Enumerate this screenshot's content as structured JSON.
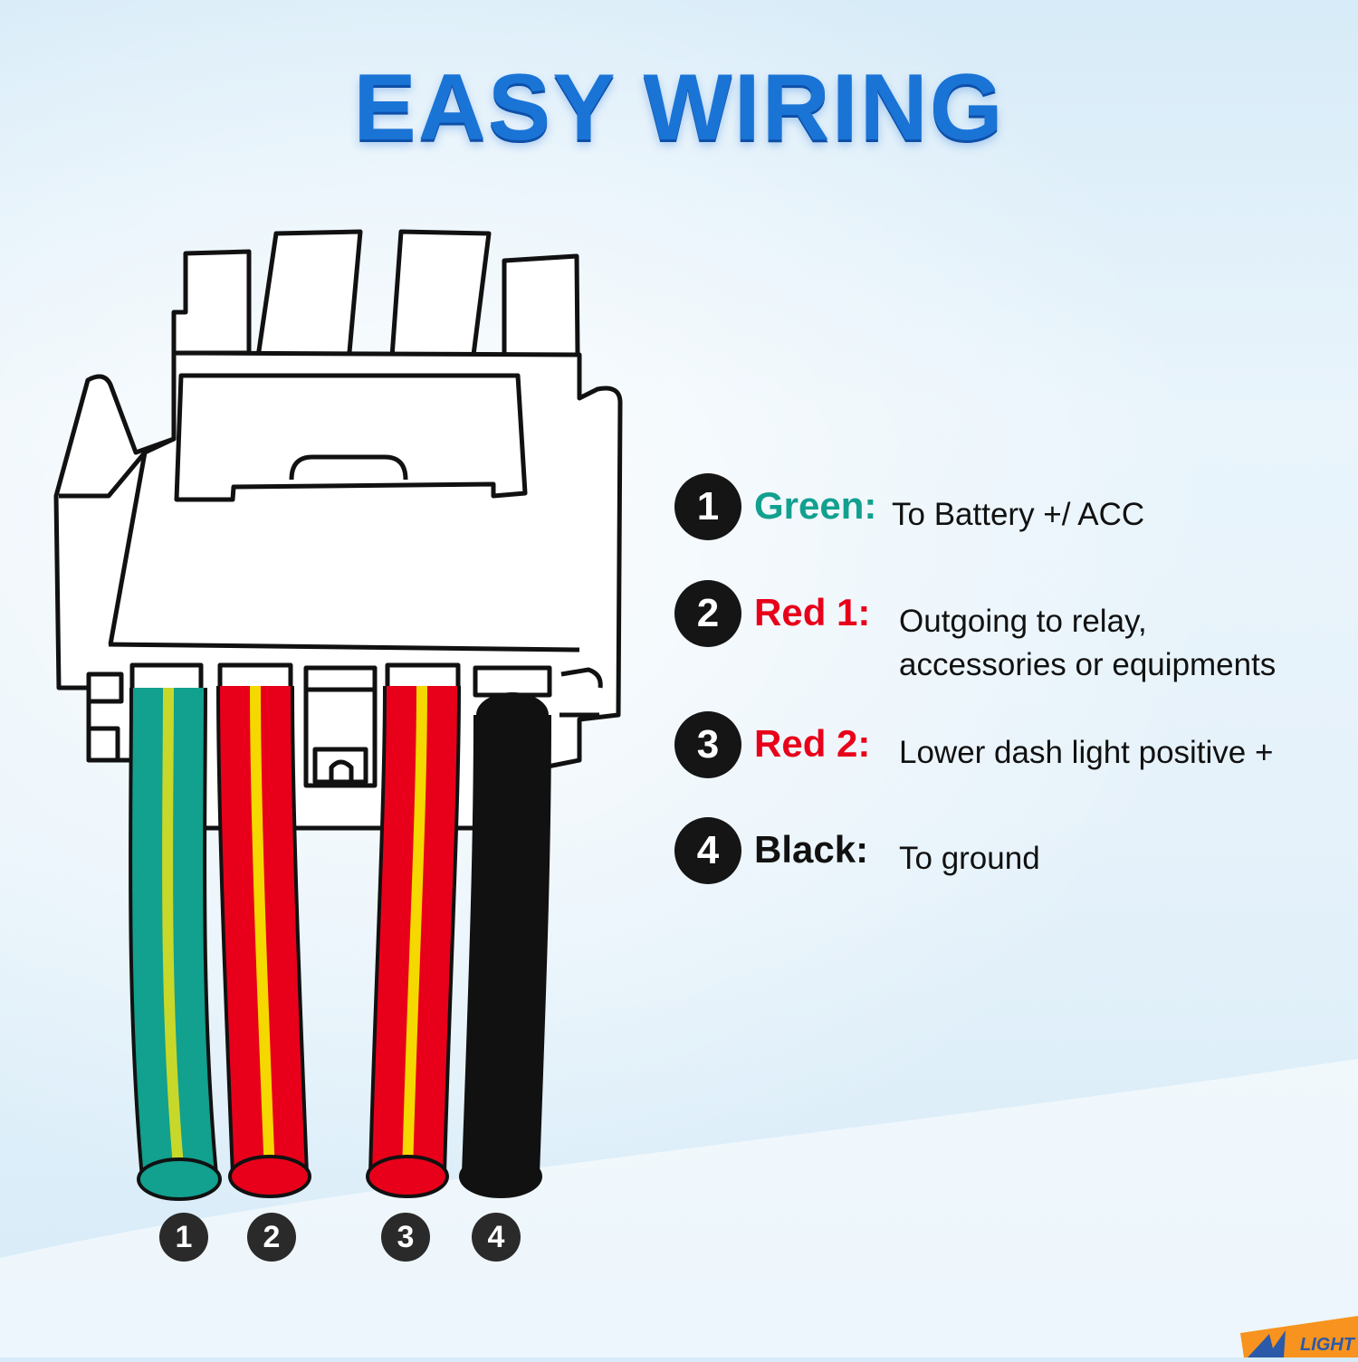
{
  "title": "EASY WIRING",
  "colors": {
    "title": "#1a74d6",
    "green": "#12a08f",
    "red": "#e8001a",
    "yellow": "#f5d800",
    "black": "#111111",
    "logo_orange": "#f7931e"
  },
  "legend": [
    {
      "number": "1",
      "label": "Green:",
      "color": "#12a08f",
      "description": [
        "To Battery +/ ACC"
      ]
    },
    {
      "number": "2",
      "label": "Red 1:",
      "color": "#e8001a",
      "description": [
        "Outgoing to relay,",
        "accessories or equipments"
      ]
    },
    {
      "number": "3",
      "label": "Red 2:",
      "color": "#e8001a",
      "description": [
        "Lower dash light positive +"
      ]
    },
    {
      "number": "4",
      "label": "Black:",
      "color": "#111111",
      "description": [
        "To ground"
      ]
    }
  ],
  "wire_numbers": [
    "1",
    "2",
    "3",
    "4"
  ],
  "logo": {
    "text": "LIGHT"
  }
}
